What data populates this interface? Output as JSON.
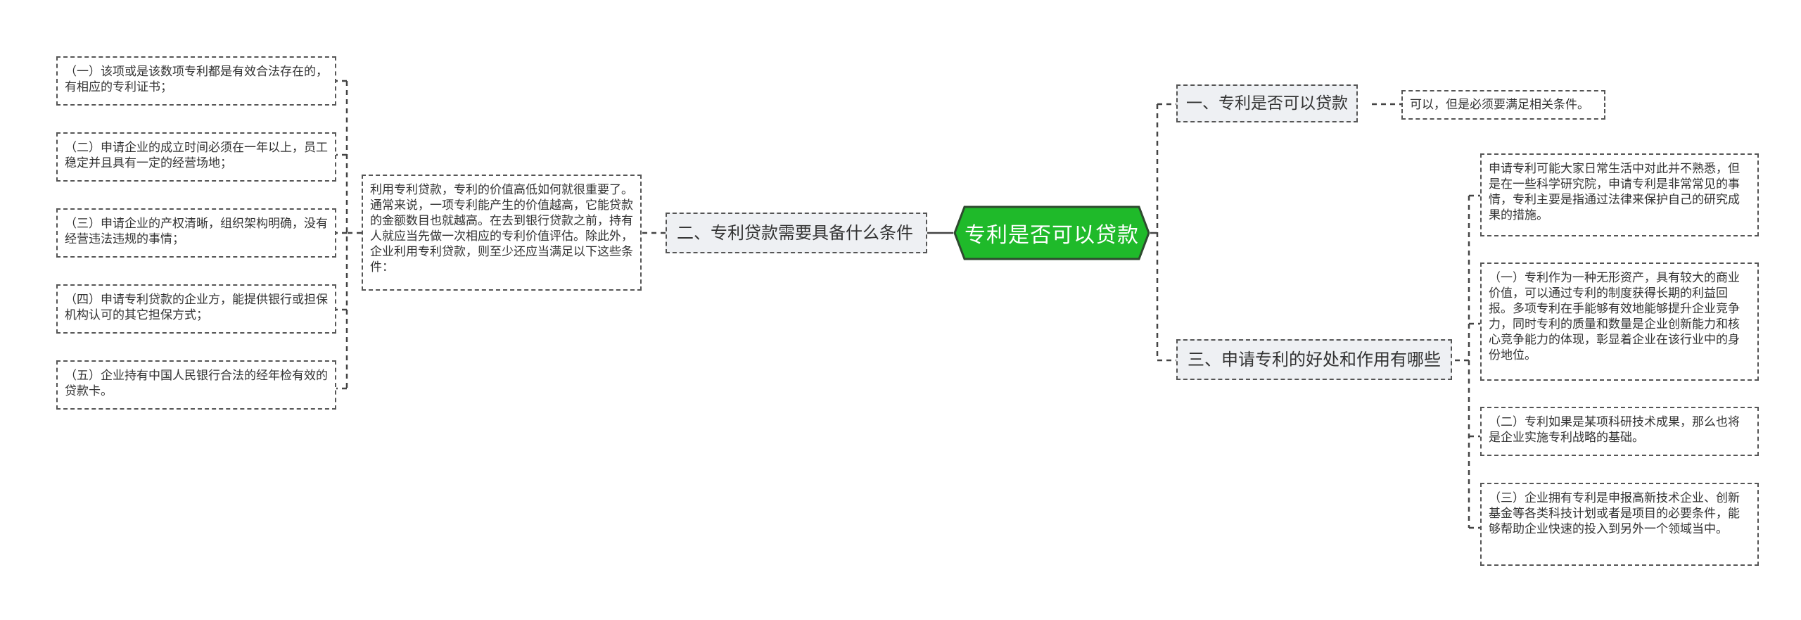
{
  "root": {
    "label": "专利是否可以贷款",
    "fill": "#1fba2a",
    "stroke": "#2e4a2f"
  },
  "branches": {
    "one": {
      "label": "一、专利是否可以贷款",
      "children": [
        "可以，但是必须要满足相关条件。"
      ]
    },
    "two": {
      "label": "二、专利贷款需要具备什么条件",
      "intro": "利用专利贷款，专利的价值高低如何就很重要了。通常来说，一项专利能产生的价值越高，它能贷款的金额数目也就越高。在去到银行贷款之前，持有人就应当先做一次相应的专利价值评估。除此外，企业利用专利贷款，则至少还应当满足以下这些条件：",
      "children": [
        "（一）该项或是该数项专利都是有效合法存在的，有相应的专利证书；",
        "（二）申请企业的成立时间必须在一年以上，员工稳定并且具有一定的经营场地；",
        "（三）申请企业的产权清晰，组织架构明确，没有经营违法违规的事情；",
        "（四）申请专利贷款的企业方，能提供银行或担保机构认可的其它担保方式；",
        "（五）企业持有中国人民银行合法的经年检有效的贷款卡。"
      ]
    },
    "three": {
      "label": "三、申请专利的好处和作用有哪些",
      "children": [
        "申请专利可能大家日常生活中对此并不熟悉，但是在一些科学研究院，申请专利是非常常见的事情，专利主要是指通过法律来保护自己的研究成果的措施。",
        "（一）专利作为一种无形资产，具有较大的商业价值，可以通过专利的制度获得长期的利益回报。多项专利在手能够有效地能够提升企业竞争力，同时专利的质量和数量是企业创新能力和核心竞争能力的体现，彰显着企业在该行业中的身份地位。",
        "（二）专利如果是某项科研技术成果，那么也将是企业实施专利战略的基础。",
        "（三）企业拥有专利是申报高新技术企业、创新基金等各类科技计划或者是项目的必要条件，能够帮助企业快速的投入到另外一个领域当中。"
      ]
    }
  }
}
